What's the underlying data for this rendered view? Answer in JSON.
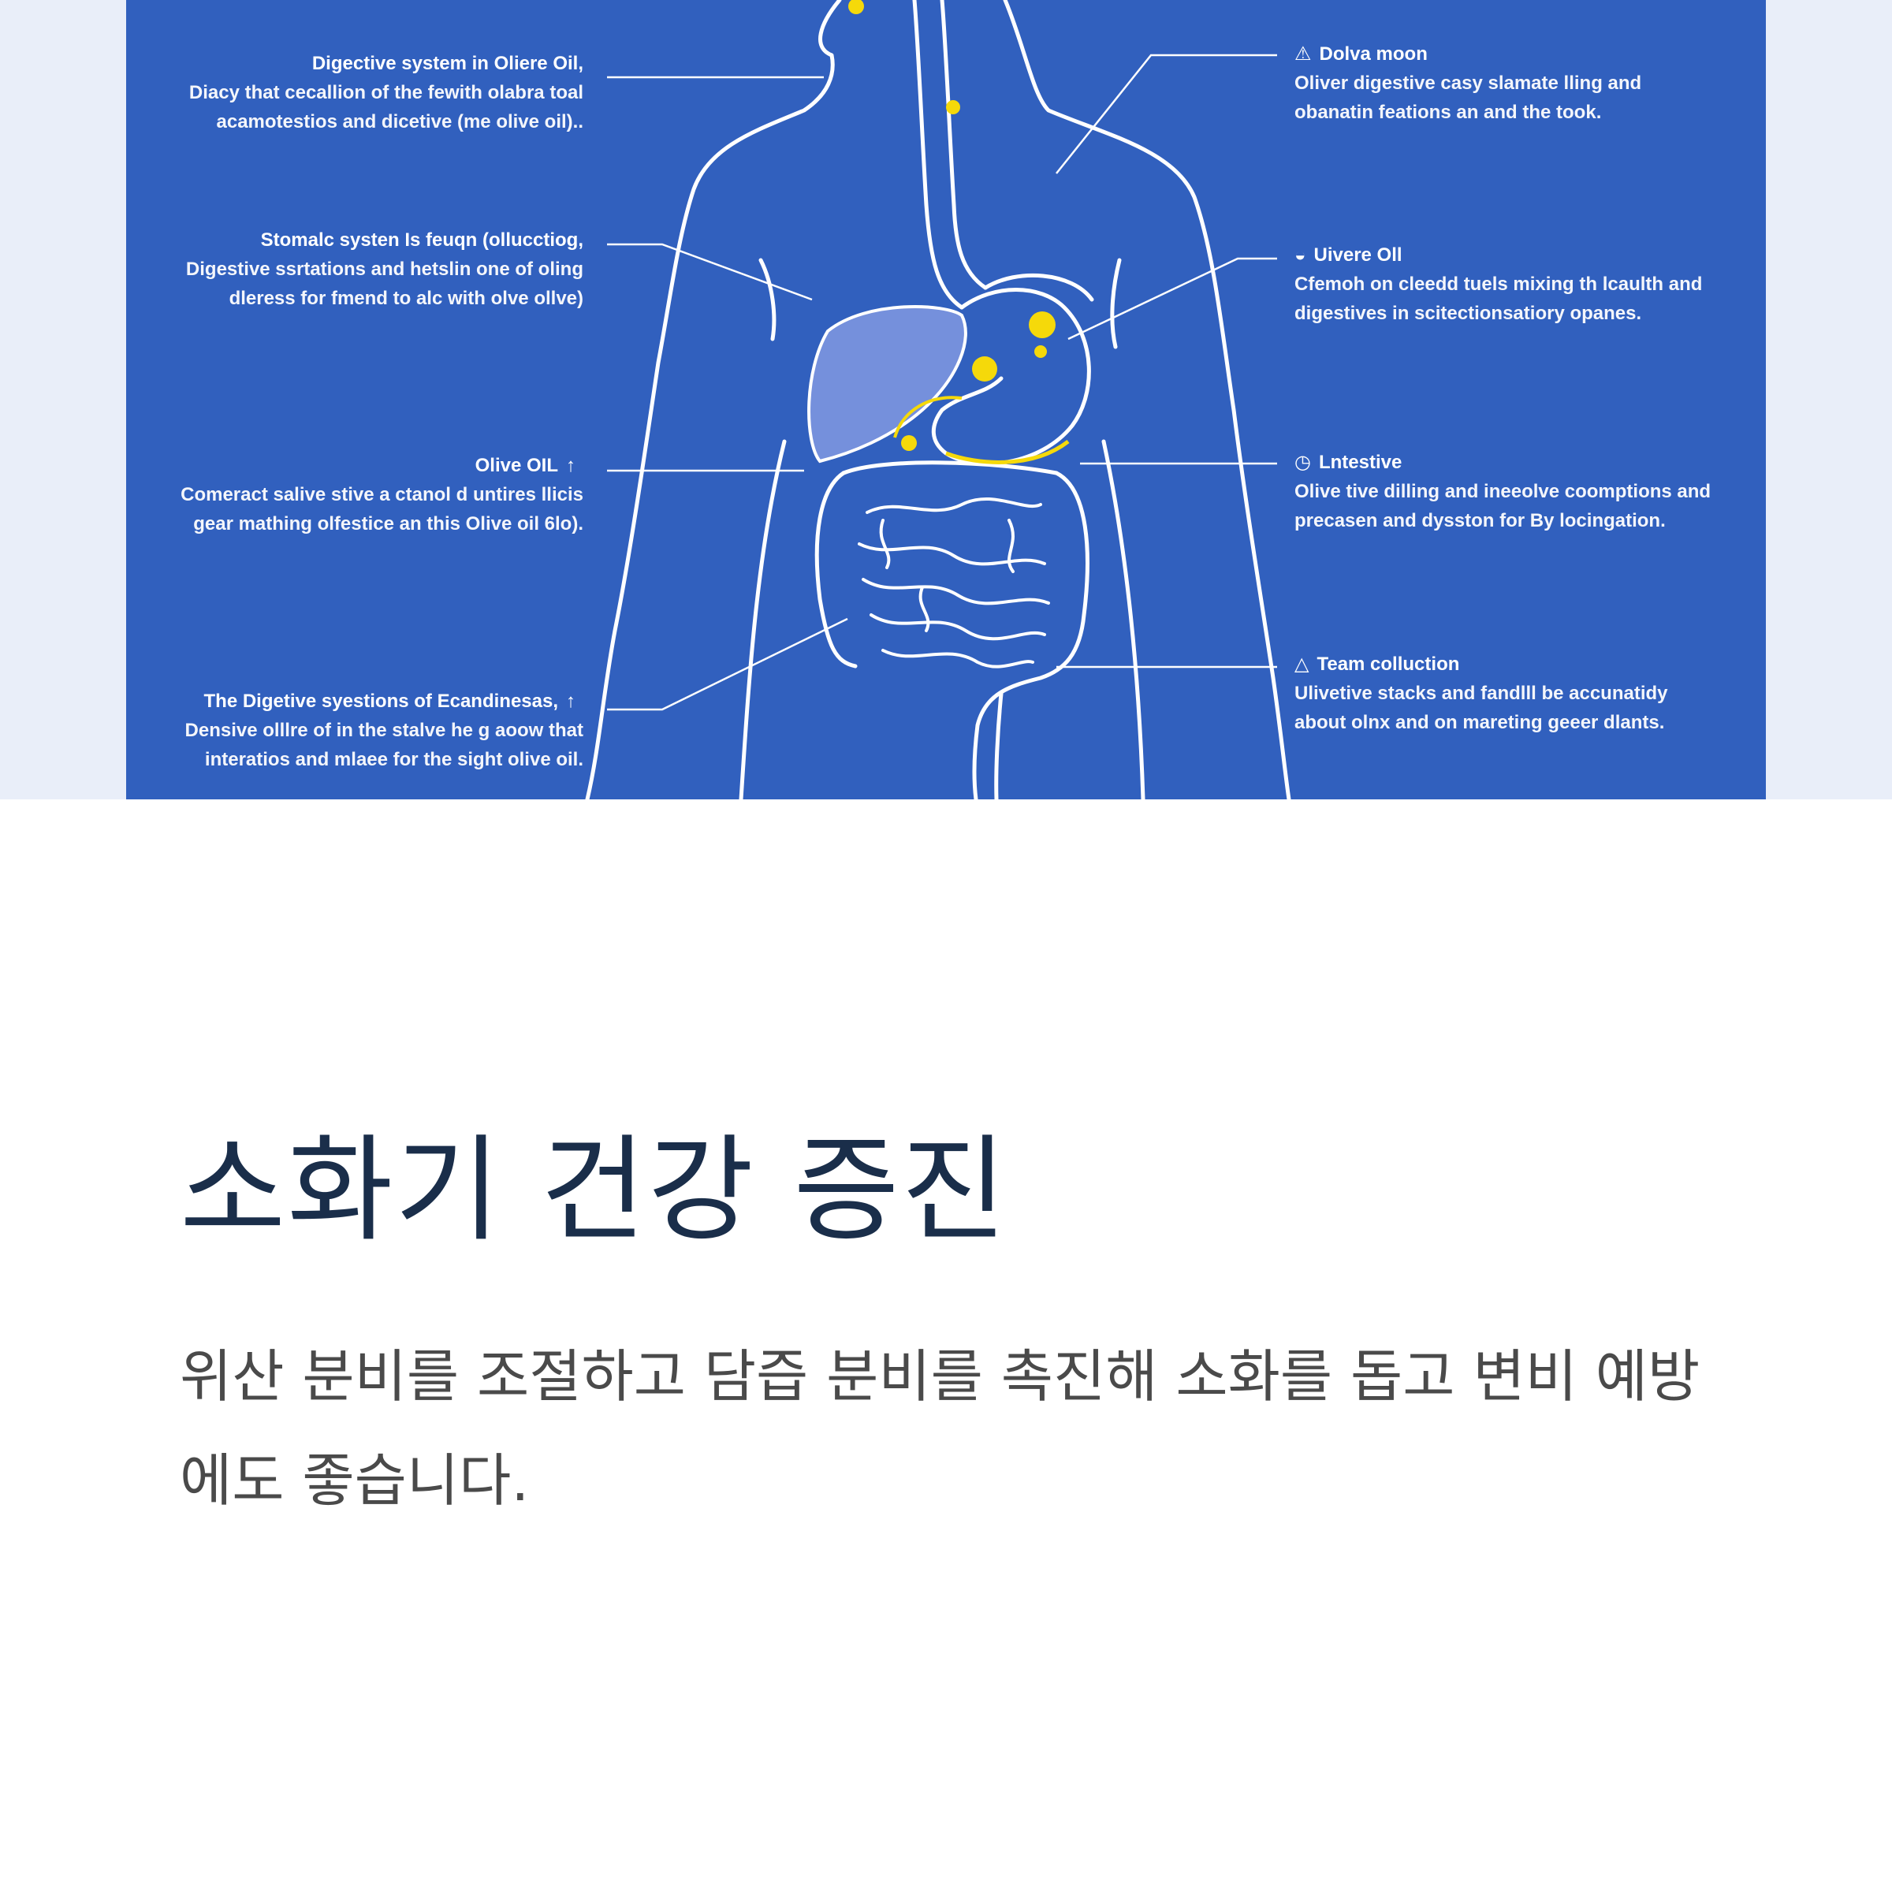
{
  "hero": {
    "annotations_left": [
      {
        "title": "Digective system in Oliere Oil,",
        "body": [
          "Diacy that cecallion of the fewith olabra toal",
          "acamotestios and dicetive (me olive oil).."
        ]
      },
      {
        "title": "Stomalc systen Is feuqn (ollucctiog,",
        "body": [
          "Digestive ssrtations and hetslin one of oling",
          "dleress for fmend to alc with olve ollve)"
        ]
      },
      {
        "title": "Olive OIL",
        "icon": "thumb-icon",
        "body": [
          "Comeract salive stive a ctanol d untires llicis",
          "gear mathing olfestice an this Olive oil 6lo)."
        ]
      },
      {
        "title": "The Digetive syestions of Ecandinesas,",
        "icon": "thumb-icon",
        "body": [
          "Densive olllre of in the stalve he g aoow that",
          "interatios and mlaee for the sight olive oil."
        ]
      }
    ],
    "annotations_right": [
      {
        "title": "Dolva moon",
        "icon": "warning-icon",
        "body": [
          "Oliver digestive casy slamate lling and",
          "obanatin feations an and the took."
        ]
      },
      {
        "title": "Uivere Oll",
        "icon": "cup-icon",
        "body": [
          "Cfemoh on cleedd tuels mixing th lcaulth and",
          "digestives in scitectionsatiory opanes."
        ]
      },
      {
        "title": "Lntestive",
        "icon": "clock-icon",
        "body": [
          "Olive tive dilling and ineeolve coomptions and",
          "precasen and dysston for By locingation."
        ]
      },
      {
        "title": "Team colluction",
        "icon": "flask-icon",
        "body": [
          "Ulivetive stacks and fandlll be accunatidy",
          "about olnx and on mareting geeer dlants."
        ]
      }
    ],
    "colors": {
      "poster_bg": "#3160be",
      "outline": "#ffffff",
      "highlight": "#f5d90a",
      "liver": "#7590dc"
    }
  },
  "content": {
    "headline": "소화기 건강 증진",
    "description": "위산 분비를 조절하고 담즙 분비를 촉진해 소화를 돕고 변비 예방에도 좋습니다."
  }
}
